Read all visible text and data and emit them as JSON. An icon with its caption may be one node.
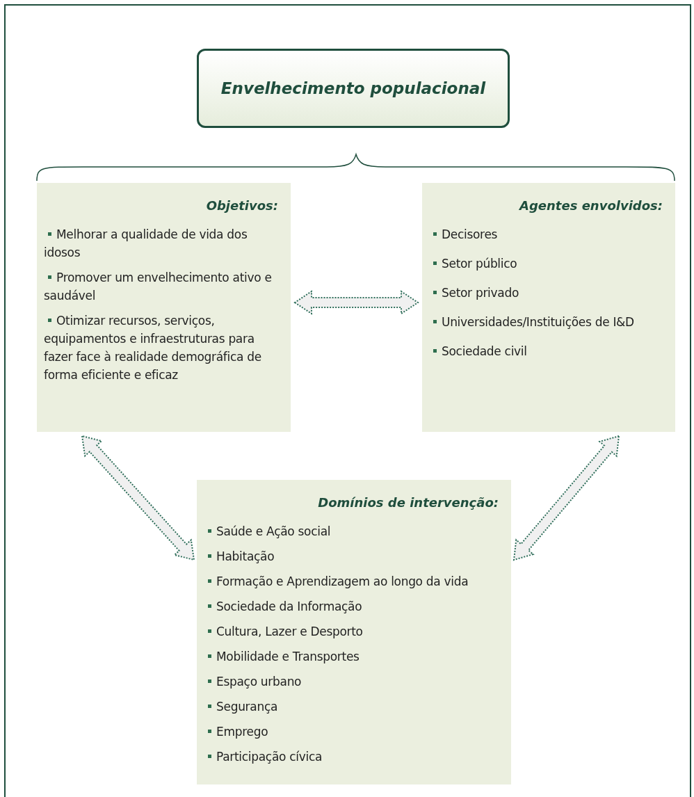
{
  "diagram": {
    "nodes": [
      {
        "text": [
          "Envelhecimento populacional"
        ]
      },
      {
        "text": [
          "Objetivos:",
          "Melhorar a qualidade de vida dos idosos",
          "Promover um envelhecimento ativo e saudável",
          "Otimizar recursos, serviços, equipamentos e infraestruturas para fazer face à realidade demográfica de forma eficiente e eficaz"
        ]
      },
      {
        "text": [
          "Agentes envolvidos:",
          "Decisores",
          "Setor público",
          "Setor privado",
          "Universidades/Instituições de I&D",
          "Sociedade civil"
        ]
      },
      {
        "text": [
          "Domínios de intervenção:",
          "Saúde e Ação social",
          "Habitação",
          "Formação e Aprendizagem ao longo da vida",
          "Sociedade da Informação",
          "Cultura, Lazer e Desporto",
          "Mobilidade e Transportes",
          "Espaço urbano",
          "Segurança",
          "Emprego",
          "Participação cívica"
        ]
      }
    ],
    "edges": [
      {
        "from": 1,
        "to": 2,
        "arrow": "both"
      },
      {
        "from": 1,
        "to": 3,
        "arrow": "both"
      },
      {
        "from": 2,
        "to": 3,
        "arrow": "both"
      }
    ]
  }
}
